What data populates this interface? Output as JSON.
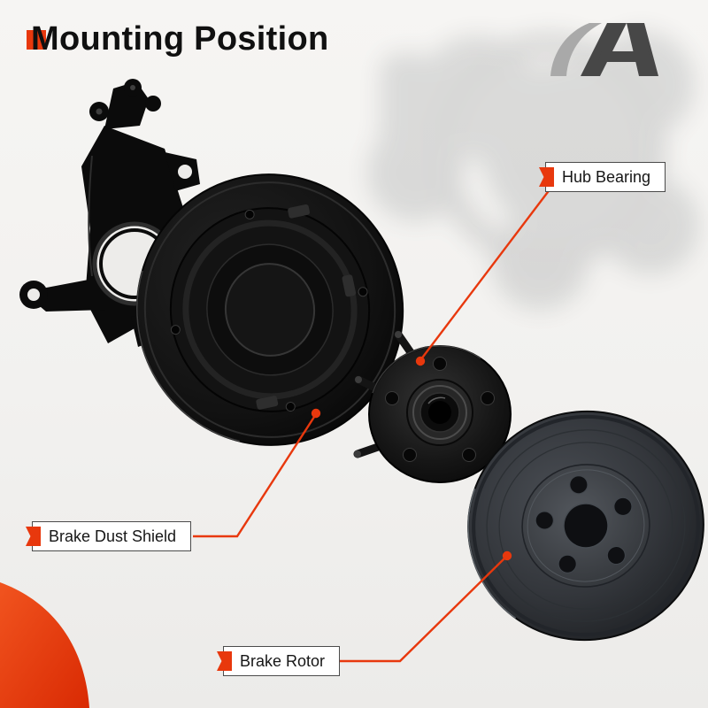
{
  "title": "Mounting Position",
  "brand": {
    "logo_name": "a-premium-logo"
  },
  "colors": {
    "accent": "#E8380D",
    "background": "#F4F3F1",
    "text": "#101010"
  },
  "callouts": {
    "hub_bearing": {
      "label": "Hub Bearing"
    },
    "brake_dust_shield": {
      "label": "Brake Dust Shield"
    },
    "brake_rotor": {
      "label": "Brake Rotor"
    }
  }
}
